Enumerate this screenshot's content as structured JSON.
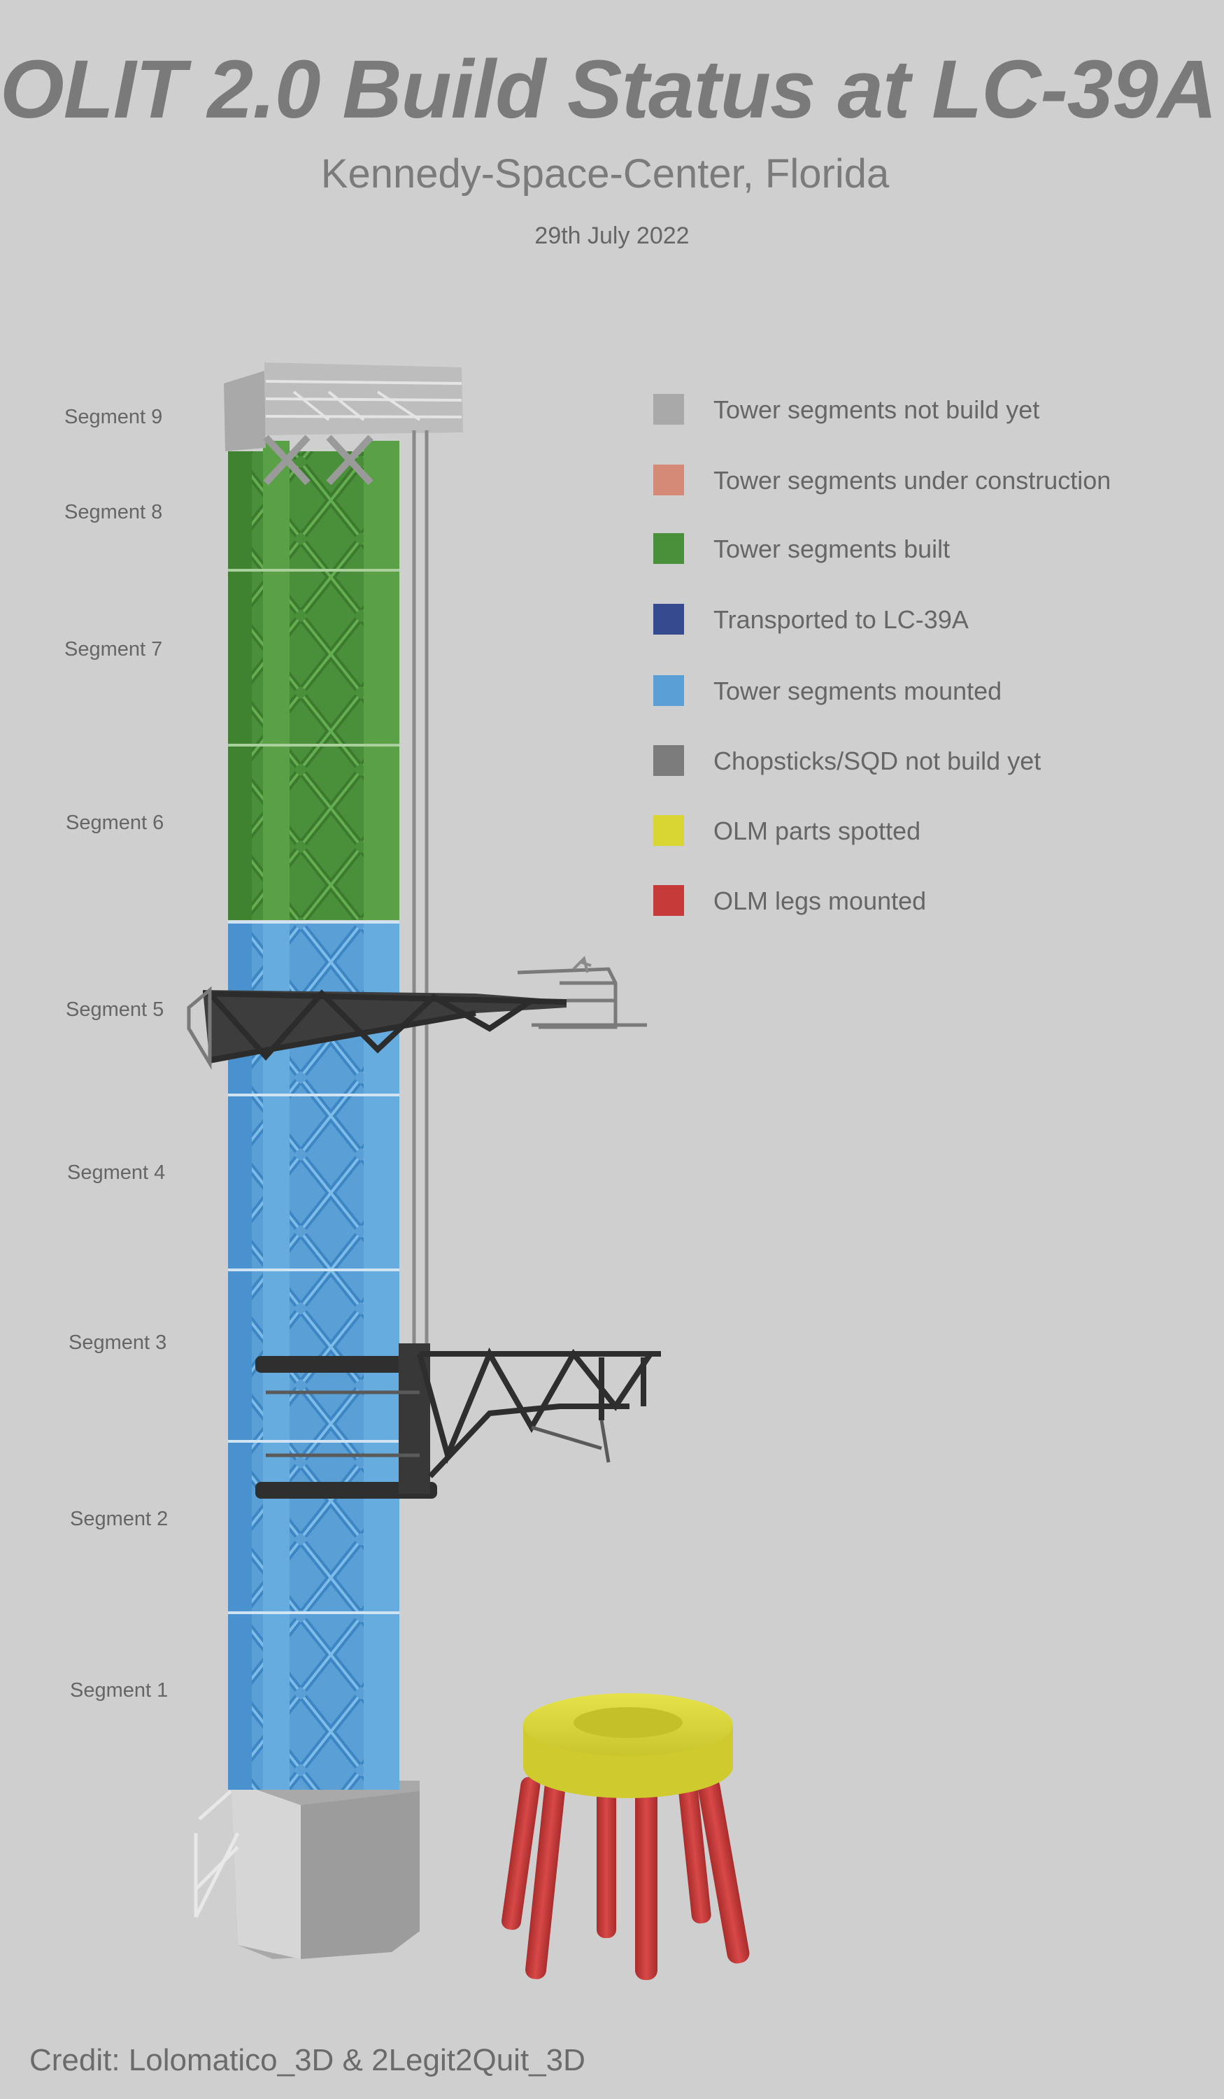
{
  "header": {
    "title": "OLIT 2.0 Build Status at LC-39A",
    "subtitle": "Kennedy-Space-Center, Florida",
    "date": "29th July 2022"
  },
  "segments": [
    {
      "label": "Segment 9",
      "status": "not_built"
    },
    {
      "label": "Segment 8",
      "status": "built"
    },
    {
      "label": "Segment 7",
      "status": "built"
    },
    {
      "label": "Segment 6",
      "status": "built"
    },
    {
      "label": "Segment 5",
      "status": "mounted"
    },
    {
      "label": "Segment 4",
      "status": "mounted"
    },
    {
      "label": "Segment 3",
      "status": "mounted"
    },
    {
      "label": "Segment 2",
      "status": "mounted"
    },
    {
      "label": "Segment 1",
      "status": "mounted"
    }
  ],
  "legend": [
    {
      "label": "Tower segments not build yet",
      "color": "#a9a9a9"
    },
    {
      "label": "Tower segments under construction",
      "color": "#d48a76"
    },
    {
      "label": "Tower segments built",
      "color": "#4a8f3a"
    },
    {
      "label": "Transported to LC-39A",
      "color": "#354a8f"
    },
    {
      "label": "Tower segments mounted",
      "color": "#5aa0d6"
    },
    {
      "label": "Chopsticks/SQD not build yet",
      "color": "#7c7c7c"
    },
    {
      "label": "OLM parts spotted",
      "color": "#d9d634"
    },
    {
      "label": "OLM legs mounted",
      "color": "#c63a3a"
    }
  ],
  "colors": {
    "background": "#cfcfcf",
    "built": "#4a8f3a",
    "mounted": "#5aa0d6",
    "not_built": "#b5b5b5",
    "chopsticks": "#3a3a3a",
    "olm_ring": "#dcd83a",
    "olm_legs": "#c63a3a",
    "base": "#a8a8a8"
  },
  "credit": "Credit: Lolomatico_3D & 2Legit2Quit_3D"
}
